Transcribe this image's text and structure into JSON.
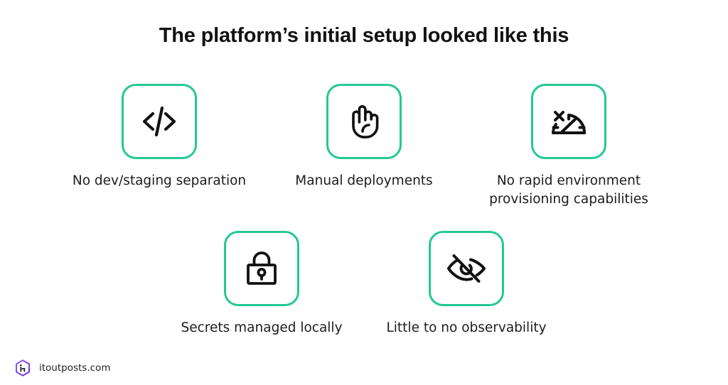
{
  "slide": {
    "title": "The platform’s initial setup looked like this",
    "background_color": "#ffffff",
    "accent_color": "#24C894",
    "icon_stroke_color": "#111111",
    "text_color": "#1c1c1c"
  },
  "rows": {
    "top": [
      {
        "icon": "code-brackets-icon",
        "caption_lines": [
          "No dev/staging separation"
        ]
      },
      {
        "icon": "raised-hand-icon",
        "caption_lines": [
          "Manual deployments"
        ]
      },
      {
        "icon": "gauge-disabled-icon",
        "caption_lines": [
          "No rapid environment",
          "provisioning capabilities"
        ]
      }
    ],
    "bottom": [
      {
        "icon": "padlock-icon",
        "caption_lines": [
          "Secrets managed locally"
        ]
      },
      {
        "icon": "eye-off-icon",
        "caption_lines": [
          "Little to no observability"
        ]
      }
    ]
  },
  "footer": {
    "logo": "itoutposts-hexagon-logo",
    "logo_color": "#7B3FE4",
    "text": "itoutposts.com"
  }
}
